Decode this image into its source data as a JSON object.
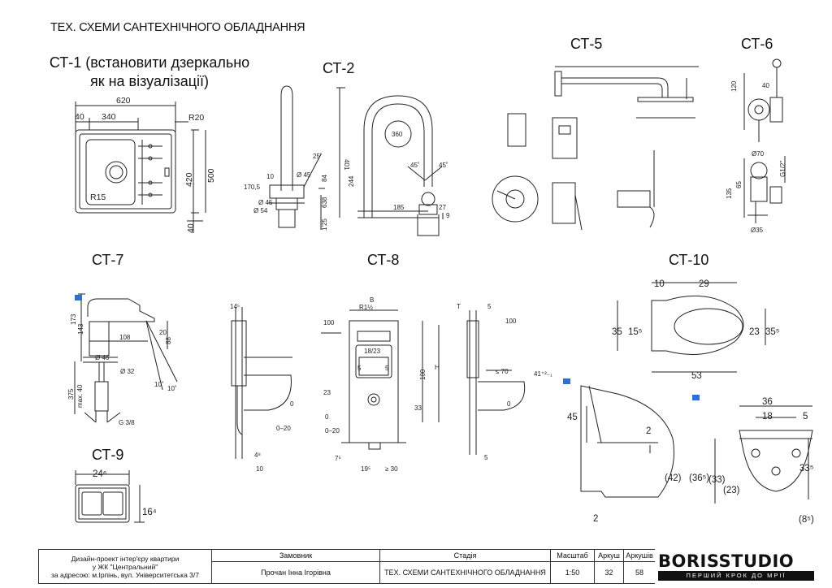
{
  "sheet_title": "ТЕХ. СХЕМИ САНТЕХНІЧНОГО ОБЛАДНАННЯ",
  "st1": {
    "code_line1": "СТ-1 (встановити дзеркально",
    "code_line2": "як на візуалізації)",
    "dims": {
      "w": "620",
      "a": "40",
      "b": "340",
      "r20": "R20",
      "r15": "R15",
      "h420": "420",
      "h500": "500",
      "h40": "40"
    }
  },
  "st2": {
    "code": "СТ-2",
    "dims": [
      "25˚",
      "10",
      "Ø 45",
      "170,5",
      "84",
      "Ø 45",
      "Ø 54",
      "638",
      "1'25",
      "401",
      "360",
      "244",
      "45˚",
      "45˚",
      "185",
      "27",
      "9"
    ]
  },
  "st5": {
    "code": "СТ-5"
  },
  "st6": {
    "code": "СТ-6",
    "dims": [
      "120",
      "40",
      "Ø70",
      "G1/2\"",
      "135",
      "65",
      "Ø35"
    ]
  },
  "st7": {
    "code": "СТ-7",
    "dims": [
      "173",
      "143",
      "108",
      "20",
      "88",
      "Ø 46",
      "Ø 32",
      "375",
      "max. 40",
      "10˚",
      "10˚",
      "G 3/8"
    ]
  },
  "st8": {
    "code": "СТ-8",
    "dims": [
      "14⁵",
      "B",
      "R1½",
      "100",
      "18/23",
      "5",
      "5",
      "H",
      "100",
      "23",
      "33",
      "0",
      "0",
      "0–20",
      "0–20",
      "4⁸",
      "10",
      "7⁵",
      "19⁵",
      "≥ 30",
      "T",
      "5",
      "100",
      "≤ 70",
      "41⁺²₋₁",
      "0",
      "5"
    ]
  },
  "st9": {
    "code": "СТ-9",
    "dims": [
      "24⁶",
      "16⁴"
    ]
  },
  "st10": {
    "code": "СТ-10",
    "dims": [
      "10",
      "29",
      "35",
      "15⁵",
      "23",
      "35⁵",
      "53",
      "45",
      "2",
      "(42)",
      "2",
      "36",
      "18",
      "5",
      "(36⁵)",
      "(33)",
      "(23)",
      "33⁵",
      "(8⁵)"
    ]
  },
  "title_block": {
    "project_line1": "Дизайн-проект інтер'єру квартири",
    "project_line2": "у ЖК \"Центральний\"",
    "project_line3": "за адресою: м.Ірпінь, вул. Університетська 3/7",
    "client_h": "Замовник",
    "client_v": "Прочан Інна Ігорівна",
    "stage_h": "Стадія",
    "stage_v": "ТЕХ. СХЕМИ САНТЕХНІЧНОГО ОБЛАДНАННЯ",
    "scale_h": "Масштаб",
    "scale_v": "1:50",
    "sheet_h": "Аркуш",
    "sheet_v": "32",
    "sheets_h": "Аркушів",
    "sheets_v": "58"
  },
  "logo": {
    "name": "BORISSTUDIO",
    "tagline": "ПЕРШИЙ КРОК ДО МРІЇ"
  },
  "colors": {
    "line": "#222222",
    "ink": "#111111",
    "note_icon": "#2f6fd0"
  }
}
